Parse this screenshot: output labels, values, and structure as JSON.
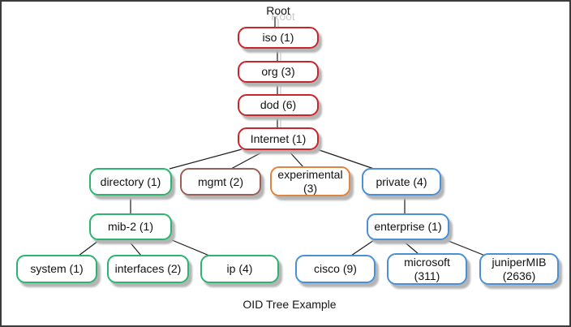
{
  "title": "OID Tree Example",
  "root_label": "Root",
  "caption": "OID Tree Example",
  "colors": {
    "chain_red": "#c9262c",
    "mgmt_brown": "#9a6055",
    "mib_green": "#2db56f",
    "experimental_orange": "#e08540",
    "private_blue": "#4a90d4",
    "shadow_gray": "#b5b5b5",
    "connector_black": "#1c1c1c",
    "ghost_gray": "#cccccc",
    "frame_border": "#3c3c3c",
    "background": "#ffffff"
  },
  "nodes": {
    "iso": {
      "label": "iso (1)",
      "oid": "1"
    },
    "org": {
      "label": "org (3)",
      "oid": "3"
    },
    "dod": {
      "label": "dod (6)",
      "oid": "6"
    },
    "internet": {
      "label": "Internet (1)",
      "oid": "1"
    },
    "directory": {
      "label": "directory (1)",
      "oid": "1"
    },
    "mgmt": {
      "label": "mgmt (2)",
      "oid": "2"
    },
    "experimental": {
      "label": "experimental (3)",
      "oid": "3"
    },
    "private": {
      "label": "private (4)",
      "oid": "4"
    },
    "mib2": {
      "label": "mib-2 (1)",
      "oid": "1"
    },
    "enterprise": {
      "label": "enterprise (1)",
      "oid": "1"
    },
    "system": {
      "label": "system (1)",
      "oid": "1"
    },
    "interfaces": {
      "label": "interfaces (2)",
      "oid": "2"
    },
    "ip": {
      "label": "ip (4)",
      "oid": "4"
    },
    "cisco": {
      "label": "cisco (9)",
      "oid": "9"
    },
    "microsoft": {
      "label": "microsoft (311)",
      "oid": "311"
    },
    "junipermib": {
      "label": "juniperMIB (2636)",
      "oid": "2636"
    }
  },
  "edges": [
    "Root-iso",
    "iso-org",
    "org-dod",
    "dod-Internet",
    "Internet-directory",
    "Internet-mgmt",
    "Internet-experimental",
    "Internet-private",
    "directory-mib2",
    "mib2-system",
    "mib2-interfaces",
    "mib2-ip",
    "private-enterprise",
    "enterprise-cisco",
    "enterprise-microsoft",
    "enterprise-juniperMIB"
  ]
}
